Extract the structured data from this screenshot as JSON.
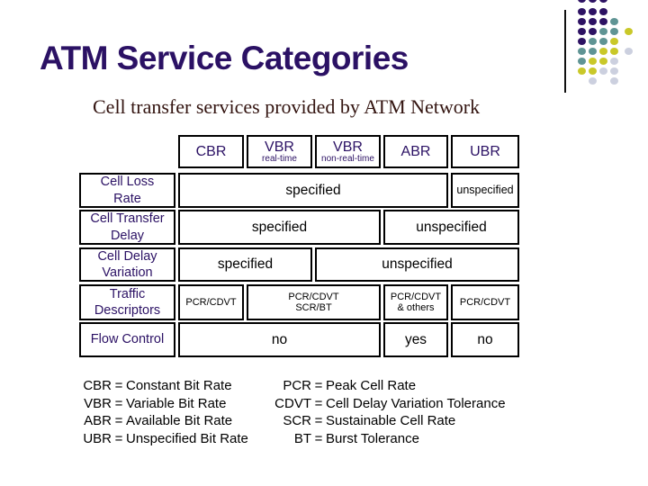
{
  "title": "ATM Service Categories",
  "subtitle": "Cell transfer services provided by ATM Network",
  "colors": {
    "title_text": "#2b1164",
    "table_heading_text": "#2b1164",
    "subtitle_text": "#331410",
    "body_text": "#000000",
    "cell_border": "#000000",
    "background": "#ffffff"
  },
  "table": {
    "columns": [
      {
        "label": "CBR",
        "sub": ""
      },
      {
        "label": "VBR",
        "sub": "real-time"
      },
      {
        "label": "VBR",
        "sub": "non-real-time"
      },
      {
        "label": "ABR",
        "sub": ""
      },
      {
        "label": "UBR",
        "sub": ""
      }
    ],
    "rows": [
      {
        "label_lines": [
          "Cell Loss",
          "Rate"
        ],
        "cells": [
          {
            "text": "specified",
            "span": "CBR–ABR"
          },
          {
            "text": "unspecified",
            "span": "UBR"
          }
        ]
      },
      {
        "label_lines": [
          "Cell Transfer",
          "Delay"
        ],
        "cells": [
          {
            "text": "specified",
            "span": "CBR–VBR non-real-time"
          },
          {
            "text": "unspecified",
            "span": "ABR–UBR"
          }
        ]
      },
      {
        "label_lines": [
          "Cell Delay",
          "Variation"
        ],
        "cells": [
          {
            "text": "specified",
            "span": "CBR–VBR real-time"
          },
          {
            "text": "unspecified",
            "span": "VBR non-real-time–UBR"
          }
        ]
      },
      {
        "label_lines": [
          "Traffic",
          "Descriptors"
        ],
        "cells": [
          {
            "text": "PCR/CDVT",
            "span": "CBR"
          },
          {
            "lines": [
              "PCR/CDVT",
              "SCR/BT"
            ],
            "span": "VBR real-time–VBR non-real-time"
          },
          {
            "lines": [
              "PCR/CDVT",
              "& others"
            ],
            "span": "ABR"
          },
          {
            "text": "PCR/CDVT",
            "span": "UBR"
          }
        ]
      },
      {
        "label_lines": [
          "Flow Control"
        ],
        "cells": [
          {
            "text": "no",
            "span": "CBR–VBR non-real-time"
          },
          {
            "text": "yes",
            "span": "ABR"
          },
          {
            "text": "no",
            "span": "UBR"
          }
        ]
      }
    ]
  },
  "legend": {
    "equals": "=",
    "left": [
      {
        "abbr": "CBR",
        "def": "Constant Bit Rate"
      },
      {
        "abbr": "VBR",
        "def": "Variable Bit Rate"
      },
      {
        "abbr": "ABR",
        "def": "Available Bit Rate"
      },
      {
        "abbr": "UBR",
        "def": "Unspecified Bit Rate"
      }
    ],
    "right": [
      {
        "abbr": "PCR",
        "def": "Peak Cell Rate"
      },
      {
        "abbr": "CDVT",
        "def": "Cell Delay Variation Tolerance"
      },
      {
        "abbr": "SCR",
        "def": "Sustainable Cell Rate"
      },
      {
        "abbr": "BT",
        "def": "Burst Tolerance"
      }
    ]
  },
  "decoration": {
    "dot_colors": {
      "purple": "#2d1263",
      "teal": "#5f9494",
      "yellow": "#c9c829",
      "gray": "#ccd0df"
    },
    "dot_grid_x": [
      646,
      658,
      670,
      682,
      698
    ],
    "dot_grid_y": [
      -1,
      13,
      24,
      35,
      46,
      57,
      68,
      79,
      90
    ],
    "dots": [
      [
        0,
        0,
        "purple"
      ],
      [
        1,
        0,
        "purple"
      ],
      [
        2,
        0,
        "purple"
      ],
      [
        0,
        1,
        "purple"
      ],
      [
        1,
        1,
        "purple"
      ],
      [
        2,
        1,
        "purple"
      ],
      [
        0,
        2,
        "purple"
      ],
      [
        1,
        2,
        "purple"
      ],
      [
        2,
        2,
        "purple"
      ],
      [
        3,
        2,
        "teal"
      ],
      [
        0,
        3,
        "purple"
      ],
      [
        1,
        3,
        "purple"
      ],
      [
        2,
        3,
        "teal"
      ],
      [
        3,
        3,
        "teal"
      ],
      [
        4,
        3,
        "yellow"
      ],
      [
        0,
        4,
        "purple"
      ],
      [
        1,
        4,
        "teal"
      ],
      [
        2,
        4,
        "teal"
      ],
      [
        3,
        4,
        "yellow"
      ],
      [
        0,
        5,
        "teal"
      ],
      [
        1,
        5,
        "teal"
      ],
      [
        2,
        5,
        "yellow"
      ],
      [
        3,
        5,
        "yellow"
      ],
      [
        4,
        5,
        "gray"
      ],
      [
        0,
        6,
        "teal"
      ],
      [
        1,
        6,
        "yellow"
      ],
      [
        2,
        6,
        "yellow"
      ],
      [
        3,
        6,
        "gray"
      ],
      [
        0,
        7,
        "yellow"
      ],
      [
        1,
        7,
        "yellow"
      ],
      [
        2,
        7,
        "gray"
      ],
      [
        3,
        7,
        "gray"
      ],
      [
        1,
        8,
        "gray"
      ],
      [
        3,
        8,
        "gray"
      ]
    ]
  }
}
